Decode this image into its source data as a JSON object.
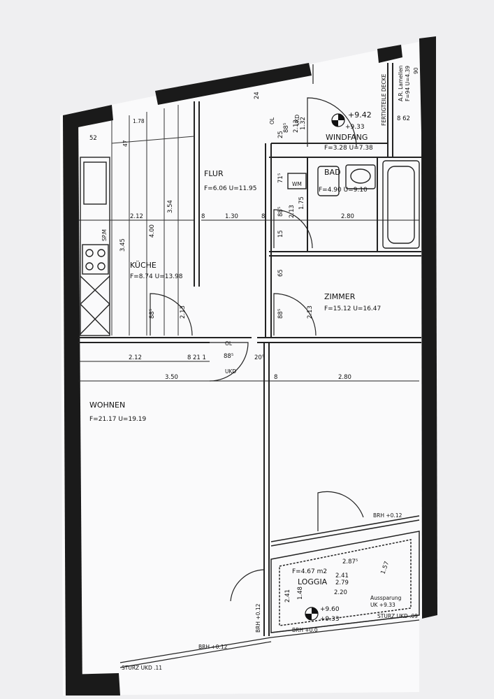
{
  "rooms": {
    "flur": {
      "name": "FLUR",
      "area": "F=6.06 U=11.95"
    },
    "kueche": {
      "name": "KÜCHE",
      "area": "F=8.74 U=13.98"
    },
    "windfang": {
      "name": "WINDFANG",
      "area": "F=3.28 U=7.38"
    },
    "bad": {
      "name": "BAD",
      "area": "F=4.90 U=9.10"
    },
    "zimmer": {
      "name": "ZIMMER",
      "area": "F=15.12 U=16.47"
    },
    "wohnen": {
      "name": "WOHNEN",
      "area": "F=21.17 U=19.19"
    },
    "loggia": {
      "name": "LOGGIA",
      "area": "F=4.67 m2"
    }
  },
  "levels": {
    "top_main": "+9.42",
    "top_sub": "+9.33",
    "loggia_main": "+9.60",
    "loggia_sub": "+9.33"
  },
  "dimensions": {
    "d212_top": "2.12",
    "d130": "1.30",
    "d280_top": "2.80",
    "d212_mid": "2.12",
    "d350": "3.50",
    "d280_mid": "2.80",
    "d345": "3.45",
    "d400": "4.00",
    "d354": "3.54",
    "d52": "52",
    "d8a": "8",
    "d8b": "8",
    "d8c": "8",
    "d8d": "8",
    "d885a": "88⁵",
    "d885b": "88⁵",
    "d885c": "88⁵",
    "d885d": "88⁵",
    "d885e": "88⁵",
    "d213a": "2.13",
    "d213b": "2.13",
    "d213c": "2.13",
    "d213d": "2.13",
    "d175": "1.75",
    "d15": "15",
    "d65": "65",
    "d715": "71⁵",
    "d25": "25",
    "d132": "1.32",
    "d862": "8 62",
    "d24": "24",
    "d205": "20⁵",
    "d2111": "21 1",
    "d287": "2.87⁵",
    "d241": "2.41",
    "d220": "2.20",
    "d241b": "2.41",
    "d148": "1.48",
    "d157": "1.57",
    "d279": "2.79",
    "d178": "1.78",
    "d47": "47",
    "d90": "90"
  },
  "marks": {
    "wm": "WM",
    "sp_m": "SP.M",
    "ol1": "OL",
    "ukd1": "UKD",
    "ol2": "OL",
    "ukd2": "UKD",
    "brh_top": "BRH +0.12",
    "brh_left": "BRH +0.12",
    "brh_bottom": "BRH +0.12",
    "brh_loggia": "BRH +0.0",
    "sturz_left": "STURZ UKD .11",
    "sturz_right": "STURZ UKD .09",
    "aussparung": "Aussparung",
    "aussparung_uk": "UK +9.33",
    "lamellen": "A.R. Lamellen",
    "fertigdecke": "FERTIGTEILE DECKE",
    "f94": "F=94 U=4.39"
  }
}
